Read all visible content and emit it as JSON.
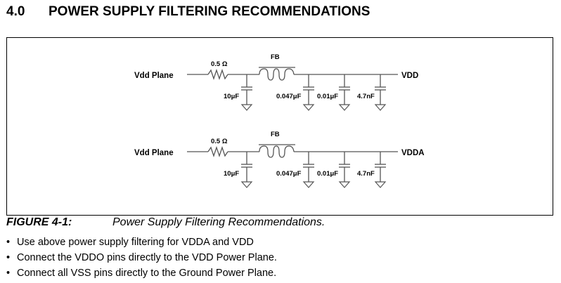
{
  "section": {
    "number": "4.0",
    "title": "POWER SUPPLY FILTERING RECOMMENDATIONS"
  },
  "figure": {
    "label": "FIGURE 4-1:",
    "caption": "Power Supply Filtering Recommendations.",
    "circuits": [
      {
        "input_label": "Vdd Plane",
        "resistor_label": "0.5 Ω",
        "ferrite_label": "FB",
        "input_cap_label": "10μF",
        "output_caps": [
          "0.047μF",
          "0.01μF",
          "4.7nF"
        ],
        "output_label": "VDD"
      },
      {
        "input_label": "Vdd Plane",
        "resistor_label": "0.5 Ω",
        "ferrite_label": "FB",
        "input_cap_label": "10μF",
        "output_caps": [
          "0.047μF",
          "0.01μF",
          "4.7nF"
        ],
        "output_label": "VDDA"
      }
    ]
  },
  "bullets": {
    "marker": "•",
    "items": [
      "Use above power supply filtering for VDDA and VDD",
      "Connect the VDDO pins directly to the VDD Power Plane.",
      "Connect all VSS pins directly to the Ground Power Plane."
    ]
  }
}
